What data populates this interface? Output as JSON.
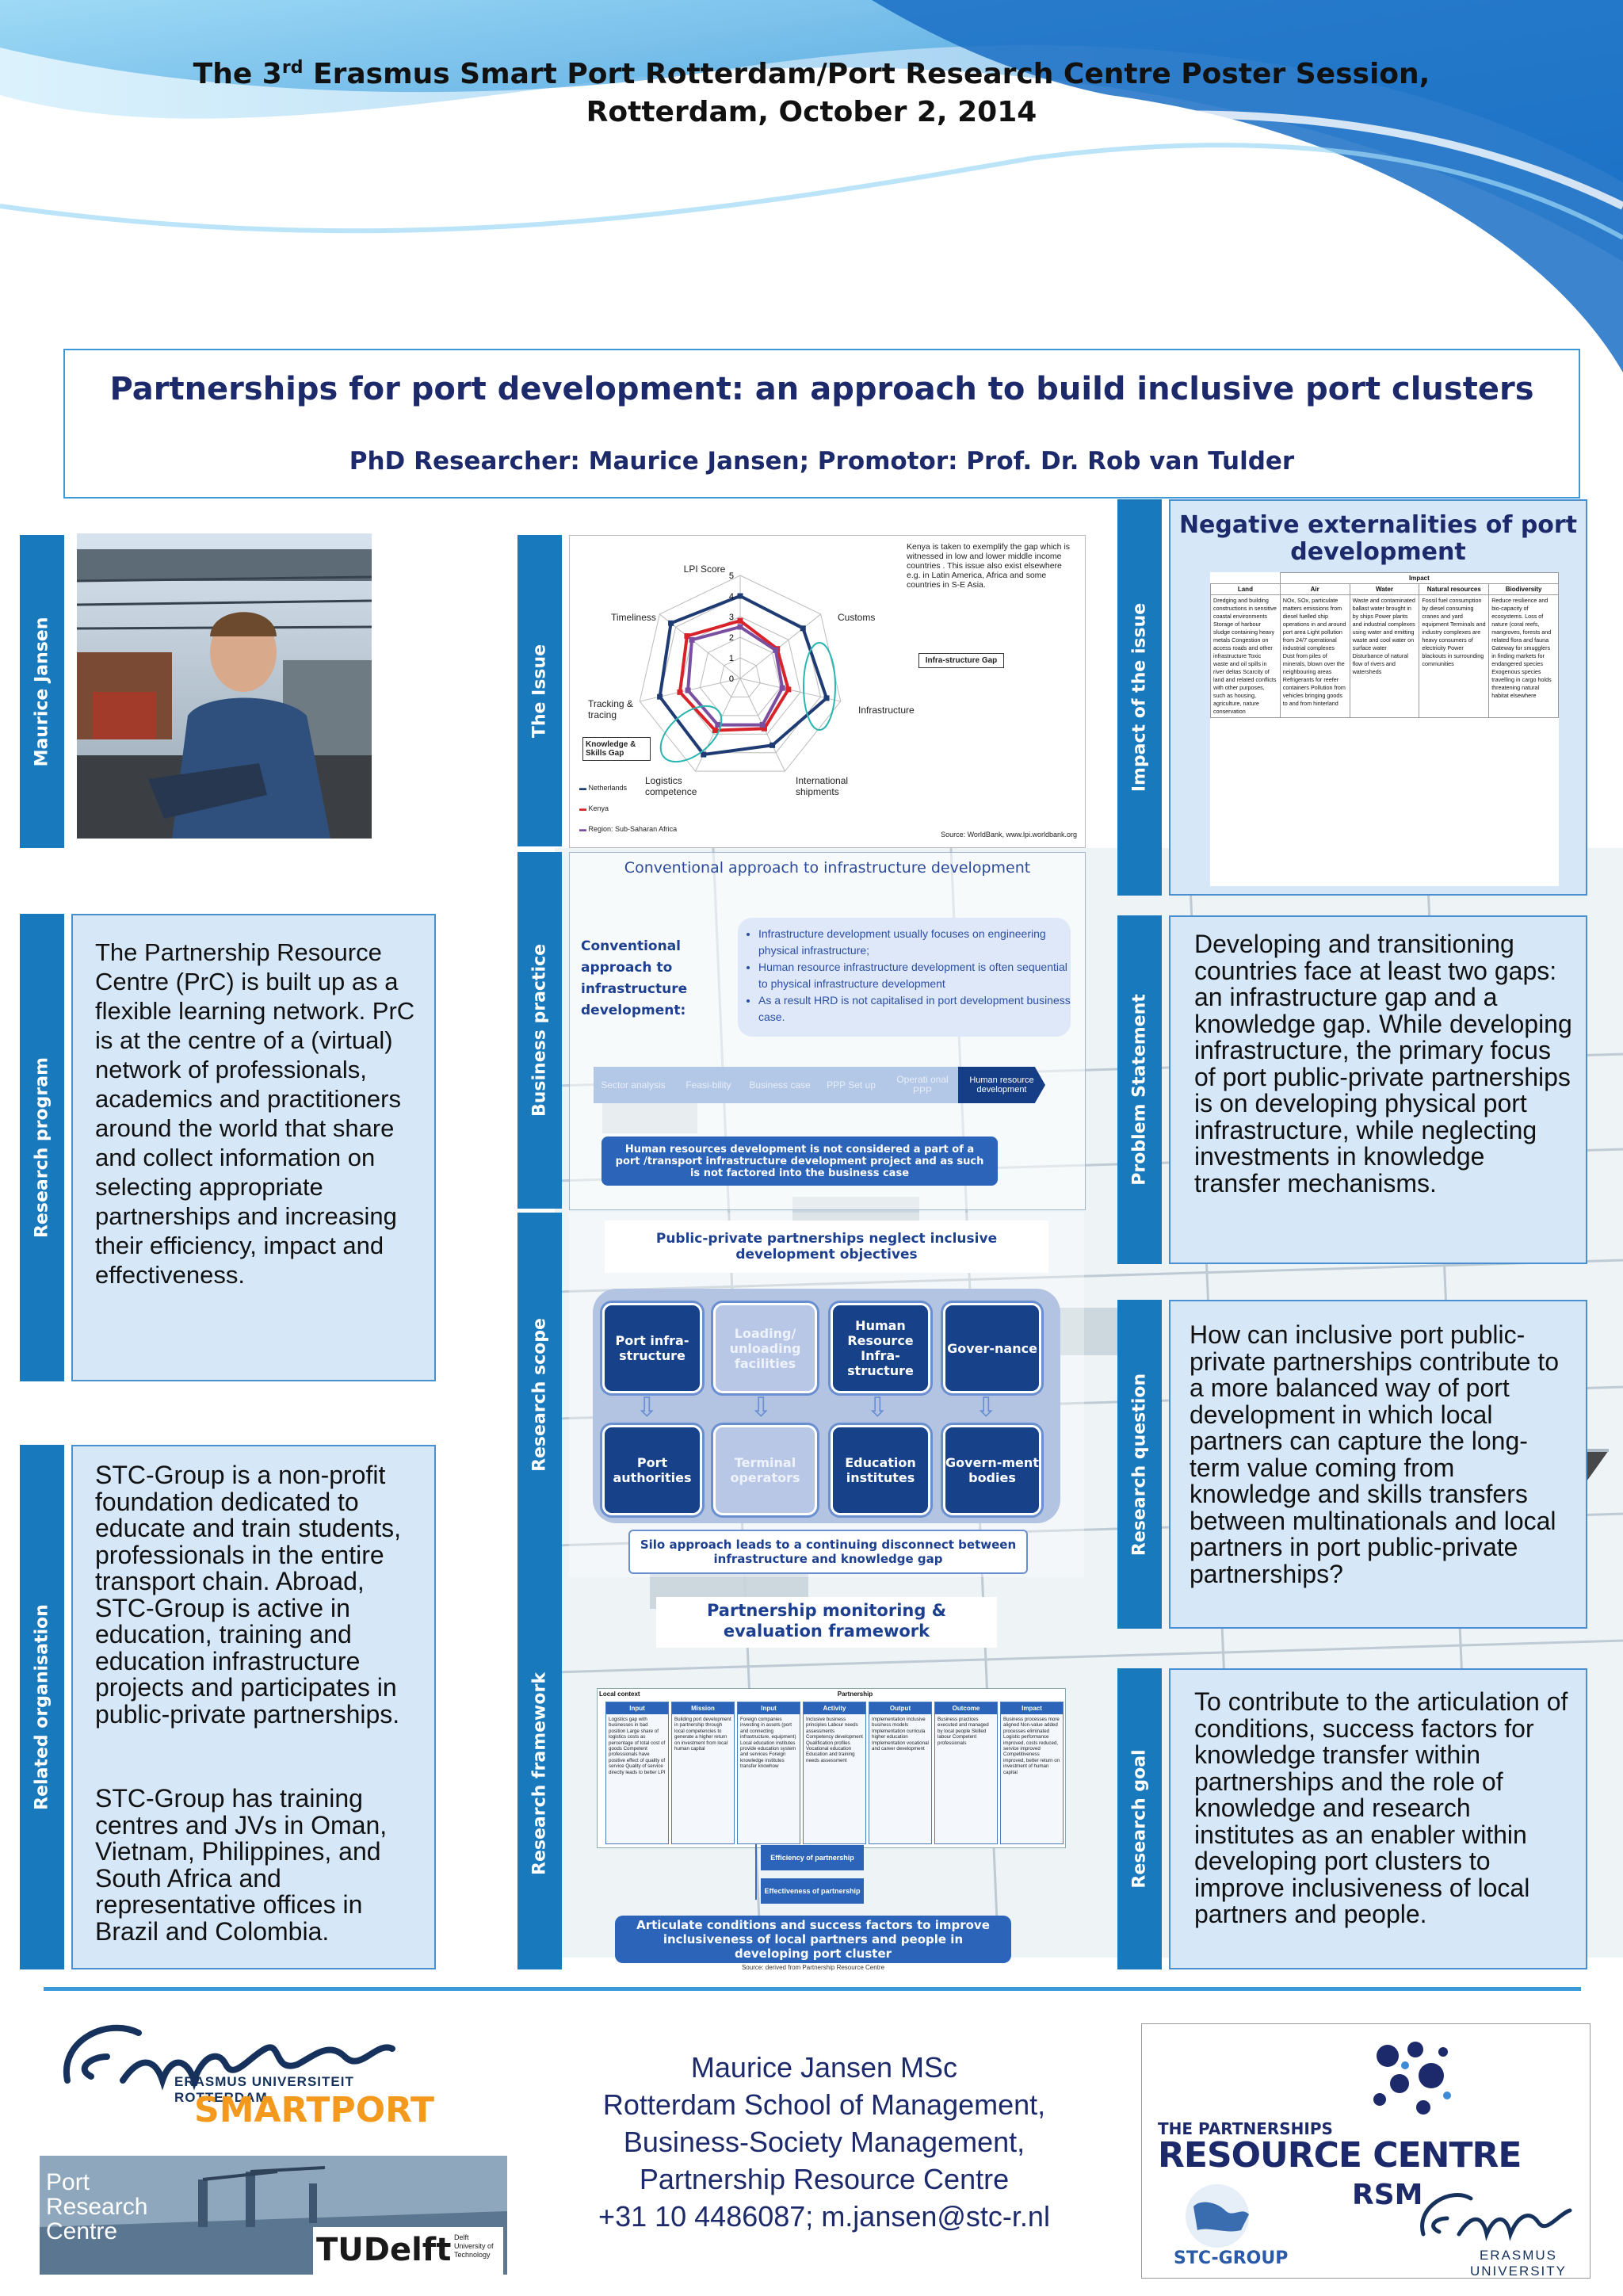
{
  "session": {
    "line1_pre": "The 3",
    "line1_sup": "rd",
    "line1_post": " Erasmus Smart Port Rotterdam/Port Research Centre Poster Session,",
    "line2": "Rotterdam, October 2, 2014"
  },
  "title": "Partnerships for port development: an approach to build inclusive port clusters",
  "researcher": "PhD Researcher: Maurice Jansen; Promotor: Prof. Dr. Rob van Tulder",
  "tabs": {
    "maurice": "Maurice Jansen",
    "issue": "The Issue",
    "impact": "Impact of the issue",
    "research_program": "Research program",
    "business_practice": "Business practice",
    "problem": "Problem Statement",
    "scope": "Research scope",
    "question": "Research question",
    "related": "Related organisation",
    "framework": "Research framework",
    "goal": "Research goal"
  },
  "research_program_text": "The Partnership Resource Centre (PrC) is built up as a flexible learning network. PrC is at the centre of a (virtual) network of professionals, academics and practitioners around the world that share and collect information on selecting appropriate partnerships and increasing their efficiency, impact and effectiveness.",
  "related_text_1": "STC-Group is a non-profit foundation dedicated to educate and train students, professionals in the entire transport chain. Abroad, STC-Group is active in education, training and education infrastructure projects and participates in public-private partnerships.",
  "related_text_2": "STC-Group has training centres and JVs in Oman, Vietnam, Philippines, and South Africa and representative offices in Brazil and Colombia.",
  "problem_text": "Developing and transitioning countries face at least two gaps: an infrastructure gap and a knowledge gap. While developing infrastructure, the primary focus of port public-private partnerships is on developing physical port infrastructure, while neglecting investments in knowledge transfer mechanisms.",
  "question_text": "How can inclusive port public-private partnerships contribute to a more balanced way of port development in which local partners can capture the long-term value coming from knowledge and skills transfers between multinationals and local partners in port public-private partnerships?",
  "goal_text": "To contribute to the articulation of conditions, success factors for knowledge transfer within partnerships and the role of knowledge and research institutes as an enabler within developing port clusters to improve inclusiveness of local partners and people.",
  "negative": {
    "title": "Negative externalities of port development",
    "impact_label": "Impact",
    "columns": [
      "Land",
      "Air",
      "Water",
      "Natural resources",
      "Biodiversity"
    ],
    "cells": [
      "Dredging and building constructions in sensitive coastal environments Storage of harbour sludge containing heavy metals Congestion on access roads and other infrastructure Toxic waste and oil spills in river deltas Scarcity of land and related conflicts with other purposes, such as housing, agriculture, nature conservation",
      "NOx, SOx, particulate matters emissions from diesel fuelled ship operations in and around port area Light pollution from 24/7 operational industrial complexes Dust from piles of minerals, blown over the neighbouring areas Refrigerants for reefer containers Pollution from vehicles bringing goods to and from hinterland",
      "Waste and contaminated ballast water brought in by ships Power plants and industrial complexes using water and emitting waste and cool water on surface water Disturbance of natural flow of rivers and watersheds",
      "Fossil fuel consumption by diesel consuming cranes and yard equipment Terminals and industry complexes are heavy consumers of electricity Power blackouts in surrounding communities",
      "Reduce resilience and bio-capacity of ecosystems. Loss of nature (coral reefs, mangroves, forests and related flora and fauna Gateway for smugglers in finding markets for endangered species Exogenous species travelling in cargo holds threatening natural habitat elsewhere"
    ]
  },
  "radar": {
    "axes": [
      "LPI Score",
      "Customs",
      "Infrastructure",
      "International shipments",
      "Logistics competence",
      "Tracking & tracing",
      "Timeliness"
    ],
    "scale_labels": [
      "5",
      "4",
      "3",
      "2",
      "1",
      "0"
    ],
    "note": "Kenya is taken to exemplify the gap which is witnessed in low and lower middle income countries . This issue also exist elsewhere e.g. in Latin America, Africa and some countries in S-E Asia.",
    "infra_gap": "Infra-structure Gap",
    "knowledge_gap": "Knowledge & Skills Gap",
    "legend": [
      "Netherlands",
      "Kenya",
      "Region: Sub-Saharan Africa"
    ],
    "source": "Source: WorldBank, www.lpi.worldbank.org",
    "colors": {
      "netherlands": "#1f3b73",
      "kenya": "#d8232a",
      "africa": "#7a4fa0"
    },
    "series": [
      {
        "name": "Netherlands",
        "values": [
          4.0,
          3.9,
          4.3,
          3.6,
          4.1,
          4.0,
          4.3
        ]
      },
      {
        "name": "Kenya",
        "values": [
          2.8,
          2.3,
          2.4,
          2.7,
          2.8,
          3.0,
          3.3
        ]
      },
      {
        "name": "Region: Sub-Saharan Africa",
        "values": [
          2.5,
          2.2,
          2.1,
          2.5,
          2.5,
          2.6,
          3.0
        ]
      }
    ]
  },
  "business": {
    "header": "Conventional approach to infrastructure development",
    "label": "Conventional approach to infrastructure development:",
    "bullets": [
      "Infrastructure development usually focuses on engineering physical infrastructure;",
      "Human resource infrastructure development is often sequential to physical infrastructure development",
      "As a result HRD is not capitalised in port development business case."
    ],
    "steps": [
      "Sector analysis",
      "Feasi-bility",
      "Business case",
      "PPP Set up",
      "Operati onal PPP",
      "Human resource development"
    ],
    "warning": "Human resources development is not considered a part of a port /transport infrastructure development project and as such is not factored into the business case"
  },
  "scope": {
    "header": "Public-private partnerships neglect inclusive development objectives",
    "top": [
      "Port infra-structure",
      "Loading/ unloading facilities",
      "Human Resource Infra-structure",
      "Gover-nance"
    ],
    "bottom": [
      "Port authorities",
      "Terminal operators",
      "Education institutes",
      "Govern-ment bodies"
    ],
    "footer": "Silo approach leads to a continuing disconnect between infrastructure and knowledge gap"
  },
  "framework": {
    "title": "Partnership monitoring & evaluation framework",
    "local_context": "Local context",
    "partnership": "Partnership",
    "columns": [
      "Input",
      "Mission",
      "Input",
      "Activity",
      "Output",
      "Outcome",
      "Impact"
    ],
    "col_texts": [
      "Logistics gap with businesses in bad position Large share of logistics costs as percentage of total cost of goods Competent professionals have positive effect of quality of service Quality of service directly leads to better LPI",
      "Building port development in partnership through local competencies to generate a higher return on investment from local human capital",
      "Foreign companies investing in assets (port and connecting infrastructure, equipment) Local education institutes provide education system and services Foreign knowledge institutes transfer knowhow",
      "Inclusive business principles Labour needs assessments Competency development Qualification profiles Vocational education Education and training needs assessment",
      "Implementation inclusive business models Implementation curricula higher education Implementation vocational and career development",
      "Business practices executed and managed by local people Skilled labour Competent professionals",
      "Business processes more aligned Non-value added processes eliminated Logistic performance improved, costs reduced, service improved Competitiveness improved, better return on investment of human capital"
    ],
    "efficiency": "Efficiency of partnership",
    "effectiveness": "Effectiveness of partnership",
    "articulate": "Articulate conditions and success factors to improve inclusiveness of local partners and people in developing port cluster",
    "source": "Source: derived from Partnership Resource Centre"
  },
  "footer": {
    "lines": [
      "Maurice Jansen MSc",
      "Rotterdam School of Management,",
      "Business-Society Management,",
      "Partnership Resource Centre",
      "+31 10 4486087; m.jansen@stc-r.nl"
    ],
    "erasmus_sub": "ERASMUS UNIVERSITEIT ROTTERDAM",
    "smartport": "SMARTPORT",
    "port_research_centre": "Port Research Centre",
    "tudelft": "TUDelft",
    "tudelft_sub": "Delft University of Technology",
    "prc_the": "THE PARTNERSHIPS",
    "prc_main": "RESOURCE CENTRE",
    "rsm": "RSM",
    "erasmus_university": "ERASMUS UNIVERSITY",
    "stc": "STC-GROUP"
  }
}
